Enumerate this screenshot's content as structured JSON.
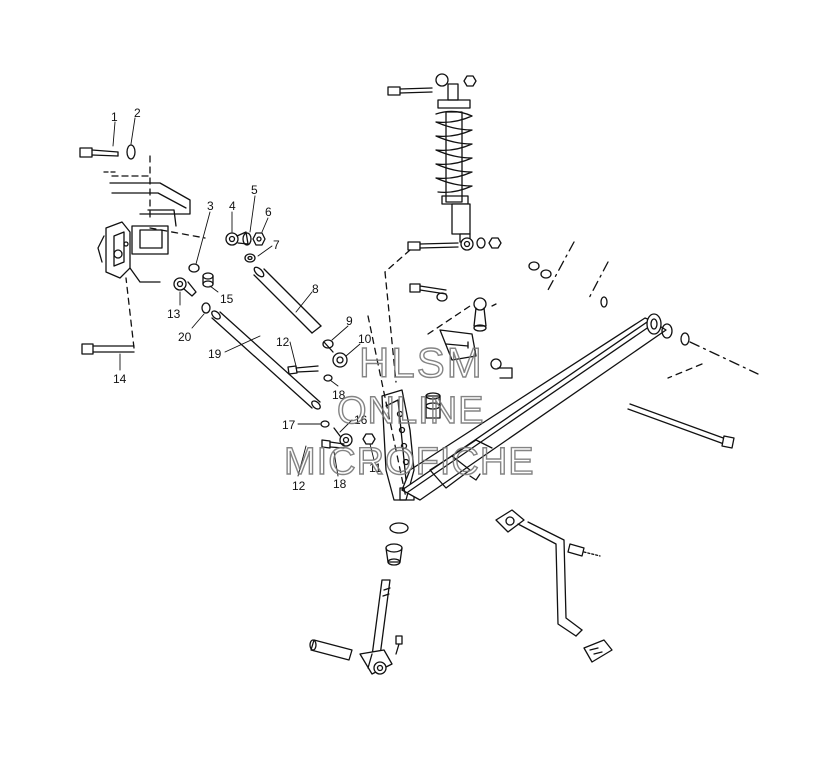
{
  "diagram": {
    "callouts": {
      "c1": "1",
      "c2": "2",
      "c3": "3",
      "c4": "4",
      "c5": "5",
      "c6": "6",
      "c7": "7",
      "c8": "8",
      "c9": "9",
      "c10": "10",
      "c11": "11",
      "c12a": "12",
      "c12b": "12",
      "c13": "13",
      "c14": "14",
      "c15": "15",
      "c16": "16",
      "c17": "17",
      "c18a": "18",
      "c18b": "18",
      "c19": "19",
      "c20": "20"
    },
    "watermark": {
      "line1": "HLSM",
      "line2": "ONLINE",
      "line3": "MICROFICHE"
    }
  }
}
